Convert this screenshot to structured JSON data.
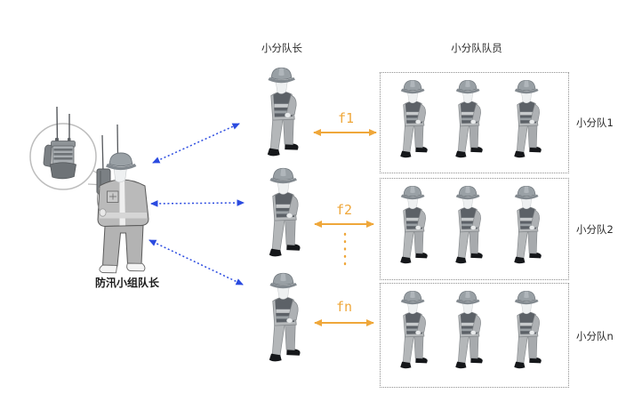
{
  "labels": {
    "group_leader": "防汛小组队长",
    "team_leaders_header": "小分队长",
    "team_members_header": "小分队队员"
  },
  "teams": [
    {
      "name": "小分队1",
      "flow_label": "f1"
    },
    {
      "name": "小分队2",
      "flow_label": "f2"
    },
    {
      "name": "小分队n",
      "flow_label": "fn"
    }
  ],
  "icons": {
    "left_device": "portable-radio-icon",
    "person": "construction-worker-icon",
    "magnifier": "magnifier-circle"
  },
  "colors": {
    "command_link_blue": "#2b4be0",
    "flow_link_orange": "#efa73a"
  }
}
